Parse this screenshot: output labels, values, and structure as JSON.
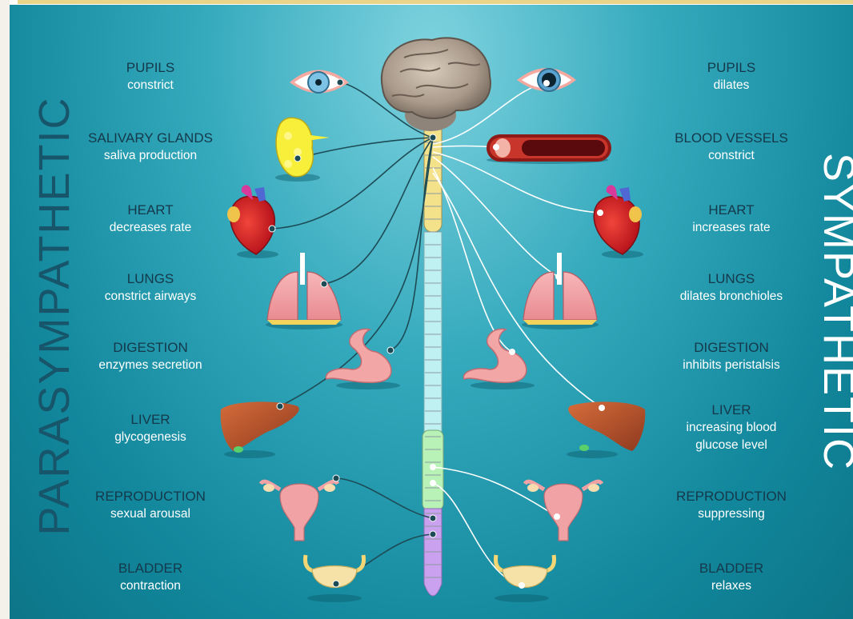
{
  "parasympathetic_title": "PARASYMPATHETIC",
  "sympathetic_title": "SYMPATHETIC",
  "left": [
    {
      "title": "PUPILS",
      "effect": "constrict"
    },
    {
      "title": "SALIVARY GLANDS",
      "effect": "saliva production"
    },
    {
      "title": "HEART",
      "effect": "decreases rate"
    },
    {
      "title": "LUNGS",
      "effect": "constrict airways"
    },
    {
      "title": "DIGESTION",
      "effect": "enzymes secretion"
    },
    {
      "title": "LIVER",
      "effect": "glycogenesis"
    },
    {
      "title": "REPRODUCTION",
      "effect": "sexual arousal"
    },
    {
      "title": "BLADDER",
      "effect": "contraction"
    }
  ],
  "right": [
    {
      "title": "PUPILS",
      "effect": "dilates"
    },
    {
      "title": "BLOOD VESSELS",
      "effect": "constrict"
    },
    {
      "title": "HEART",
      "effect": "increases rate"
    },
    {
      "title": "LUNGS",
      "effect": "dilates bronchioles"
    },
    {
      "title": "DIGESTION",
      "effect": "inhibits peristalsis"
    },
    {
      "title": "LIVER",
      "effect": "increasing blood",
      "effect2": "glucose level"
    },
    {
      "title": "REPRODUCTION",
      "effect": "suppressing"
    },
    {
      "title": "BLADDER",
      "effect": "relaxes"
    }
  ],
  "colors": {
    "background": "#1b93a6",
    "parasympathetic_text": "#17556a",
    "sympathetic_text": "#ffffff",
    "parasympathetic_nerve": "#1d4b55",
    "sympathetic_nerve": "#ffffff",
    "spine_cervical": "#f3e28a",
    "spine_thoracic": "#bff1f3",
    "spine_lumbar": "#b8f2b6",
    "spine_sacral": "#c9a1ef"
  }
}
